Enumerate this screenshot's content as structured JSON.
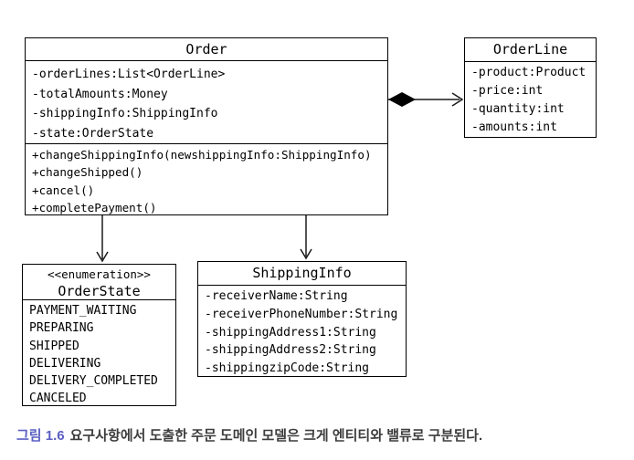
{
  "uml": {
    "order": {
      "title": "Order",
      "attributes": [
        "-orderLines:List<OrderLine>",
        "-totalAmounts:Money",
        "-shippingInfo:ShippingInfo",
        "-state:OrderState"
      ],
      "methods": [
        "+changeShippingInfo(newshippingInfo:ShippingInfo)",
        "+changeShipped()",
        "+cancel()",
        "+completePayment()"
      ]
    },
    "orderLine": {
      "title": "OrderLine",
      "attributes": [
        "-product:Product",
        "-price:int",
        "-quantity:int",
        "-amounts:int"
      ]
    },
    "orderState": {
      "stereotype": "<<enumeration>>",
      "title": "OrderState",
      "values": [
        "PAYMENT_WAITING",
        "PREPARING",
        "SHIPPED",
        "DELIVERING",
        "DELIVERY_COMPLETED",
        "CANCELED"
      ]
    },
    "shippingInfo": {
      "title": "ShippingInfo",
      "attributes": [
        "-receiverName:String",
        "-receiverPhoneNumber:String",
        "-shippingAddress1:String",
        "-shippingAddress2:String",
        "-shippingzipCode:String"
      ]
    },
    "connectors": [
      {
        "type": "composition",
        "from": "Order",
        "to": "OrderLine",
        "icon": "filled-diamond-open-arrow-icon"
      },
      {
        "type": "association",
        "from": "Order",
        "to": "OrderState",
        "icon": "open-arrow-down-icon"
      },
      {
        "type": "association",
        "from": "Order",
        "to": "ShippingInfo",
        "icon": "open-arrow-down-icon"
      }
    ]
  },
  "caption": {
    "label": "그림 1.6",
    "text": "요구사항에서 도출한 주문 도메인 모델은 크게 엔티티와 밸류로 구분된다.",
    "label_color": "#5a5fc3",
    "text_color": "#3d3d3d"
  },
  "colors": {
    "background": "#ffffff",
    "box_border": "#000000",
    "box_fill": "#ffffff",
    "text": "#000000"
  }
}
